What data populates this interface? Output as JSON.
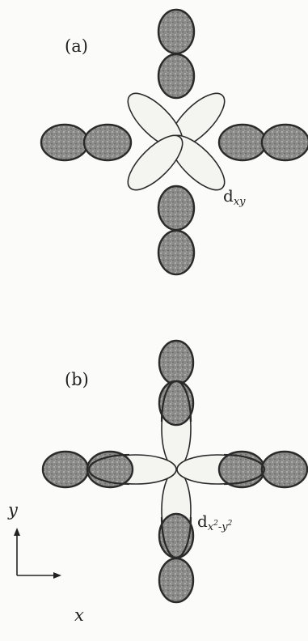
{
  "panels": [
    {
      "id": "a",
      "label": "(a)",
      "orbital": {
        "main": "d",
        "sub_1": "xy"
      }
    },
    {
      "id": "b",
      "label": "(b)",
      "orbital": {
        "main": "d",
        "sub_1": "x",
        "sup_1": "2",
        "sub_2": "-y",
        "sup_2": "2"
      }
    }
  ],
  "axes": {
    "x": "x",
    "y": "y"
  }
}
